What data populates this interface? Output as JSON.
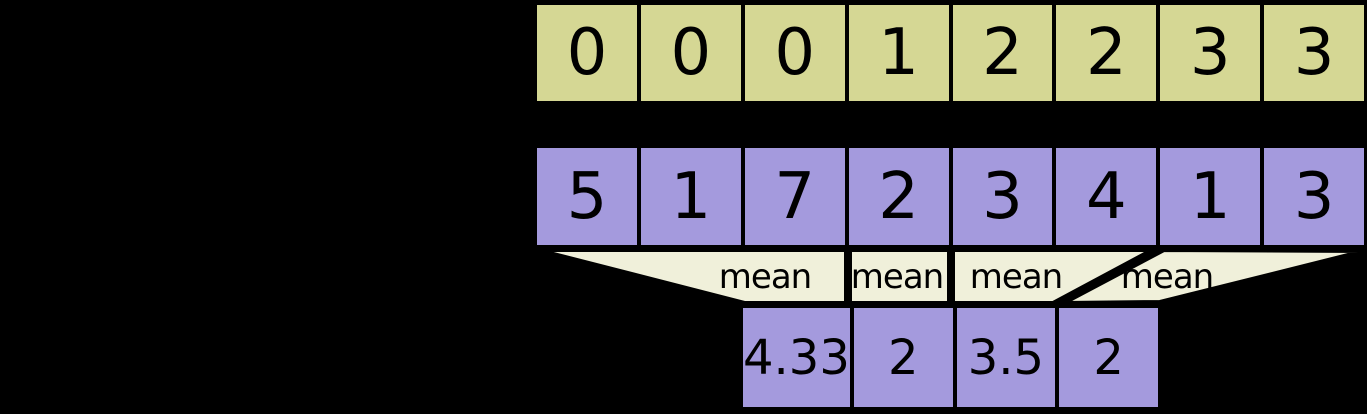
{
  "diagram": {
    "description": "segment mean operation diagram",
    "segment_ids": {
      "values": [
        "0",
        "0",
        "0",
        "1",
        "2",
        "2",
        "3",
        "3"
      ]
    },
    "data_values": {
      "values": [
        "5",
        "1",
        "7",
        "2",
        "3",
        "4",
        "1",
        "3"
      ]
    },
    "funnels": {
      "labels": [
        "mean",
        "mean",
        "mean",
        "mean"
      ]
    },
    "result": {
      "values": [
        "4.33",
        "2",
        "3.5",
        "2"
      ]
    },
    "colors": {
      "background": "#000000",
      "segment_cell": "#d5d794",
      "data_cell": "#a49add",
      "result_cell": "#a49add",
      "funnel_fill": "#f0f0da",
      "border": "#000000",
      "text": "#000000"
    }
  }
}
